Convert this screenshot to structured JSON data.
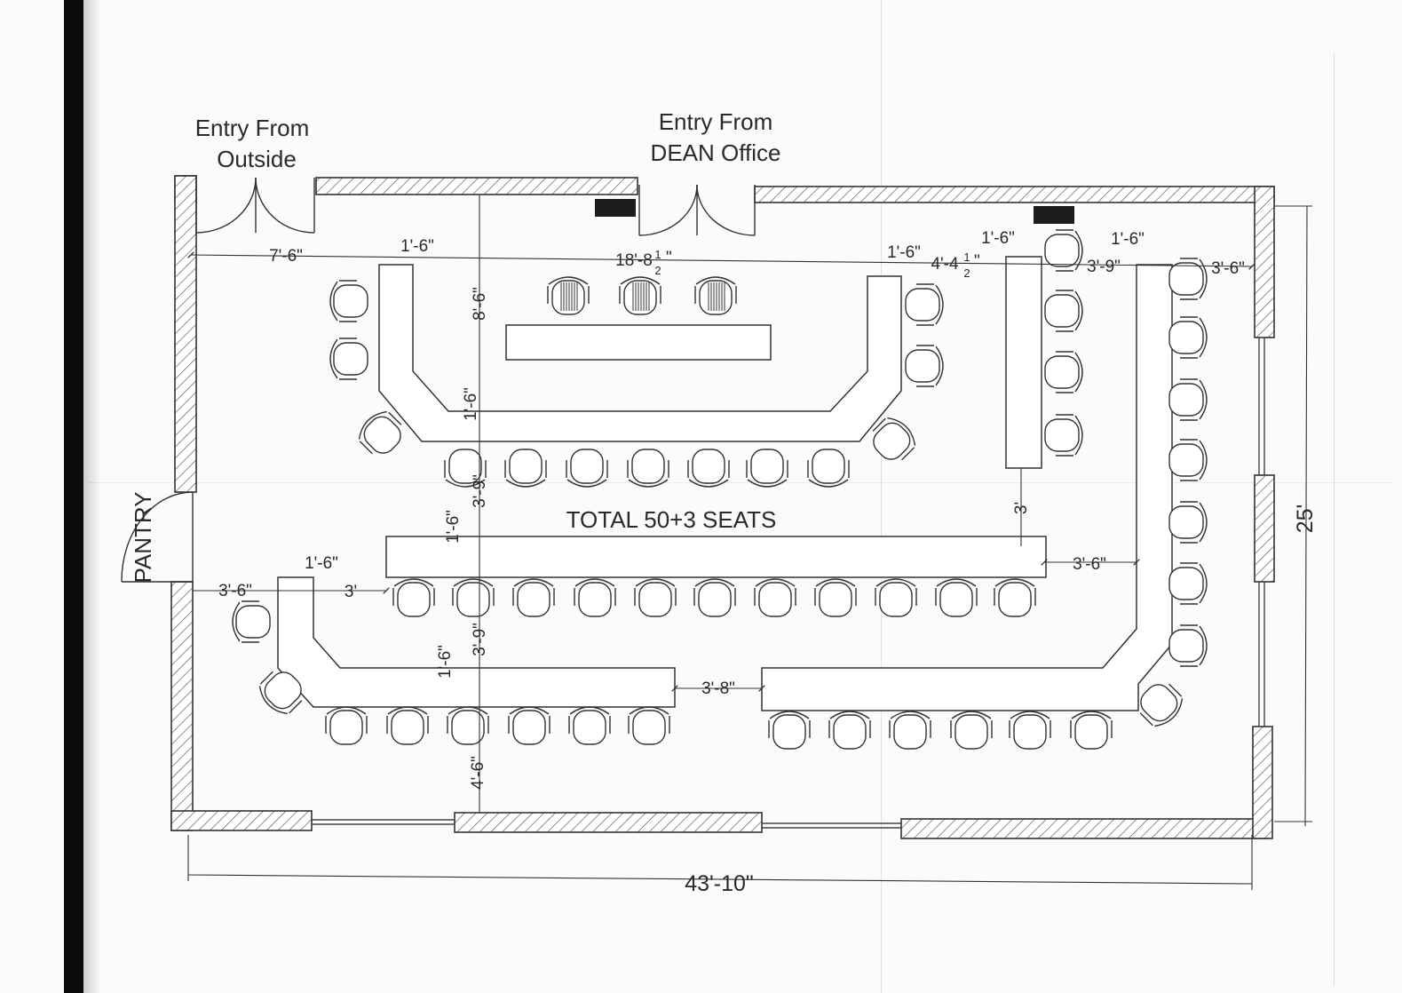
{
  "entries": {
    "outside": [
      "Entry From",
      "Outside"
    ],
    "dean": [
      "Entry From",
      "DEAN Office"
    ]
  },
  "pantry": "PANTRY",
  "total": "TOTAL 50+3 SEATS",
  "overall": {
    "width": "43'-10\"",
    "depth": "25'"
  },
  "dims": {
    "d7_6": "7'-6\"",
    "d1_6_a": "1'-6\"",
    "d18_8": "18'-8",
    "d1_6_b": "1'-6\"",
    "d4_4": "4'-4",
    "d1_6_c": "1'-6\"",
    "d3_9_top": "3'-9\"",
    "d1_6_d": "1'-6\"",
    "d3_6_top": "3'-6\"",
    "d8_6": "8'-6\"",
    "d1_6_v1": "1'-6\"",
    "d3_9_v1": "3'-9\"",
    "d1_6_v2": "1'-6\"",
    "d3_v": "3'",
    "d3_6_mid": "3'-6\"",
    "d1_6_left": "1'-6\"",
    "d3_6_left": "3'-6\"",
    "d3_left": "3'",
    "d3_9_v2": "3'-9\"",
    "d1_6_v3": "1'-6\"",
    "d3_8": "3'-8\"",
    "d4_6": "4'-6\"",
    "frac_num": "1",
    "frac_den": "2",
    "frac_close": "\""
  }
}
